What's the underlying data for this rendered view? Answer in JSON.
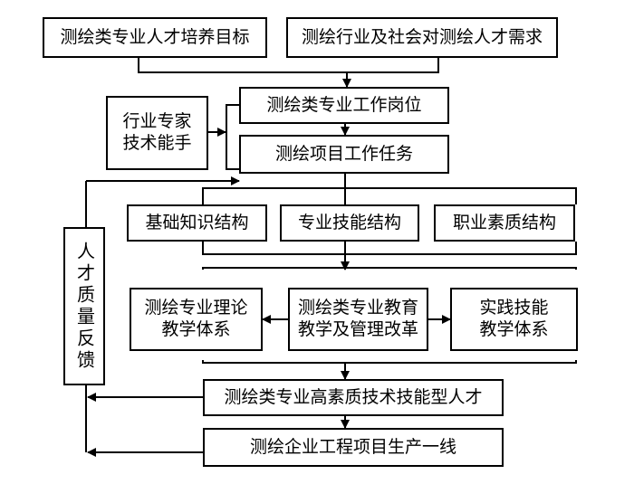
{
  "nodes": {
    "goal": "测绘类专业人才培养目标",
    "demand": "测绘行业及社会对测绘人才需求",
    "experts": "行业专家\n技术能手",
    "positions": "测绘类专业工作岗位",
    "tasks": "测绘项目工作任务",
    "basic_knowledge": "基础知识结构",
    "professional_skills": "专业技能结构",
    "career_quality": "职业素质结构",
    "theory_system": "测绘专业理论\n教学体系",
    "reform": "测绘类专业教育\n教学及管理改革",
    "practice_system": "实践技能\n教学体系",
    "talent": "测绘类专业高素质技术技能型人才",
    "frontline": "测绘企业工程项目生产一线",
    "feedback": "人才质量反馈"
  }
}
